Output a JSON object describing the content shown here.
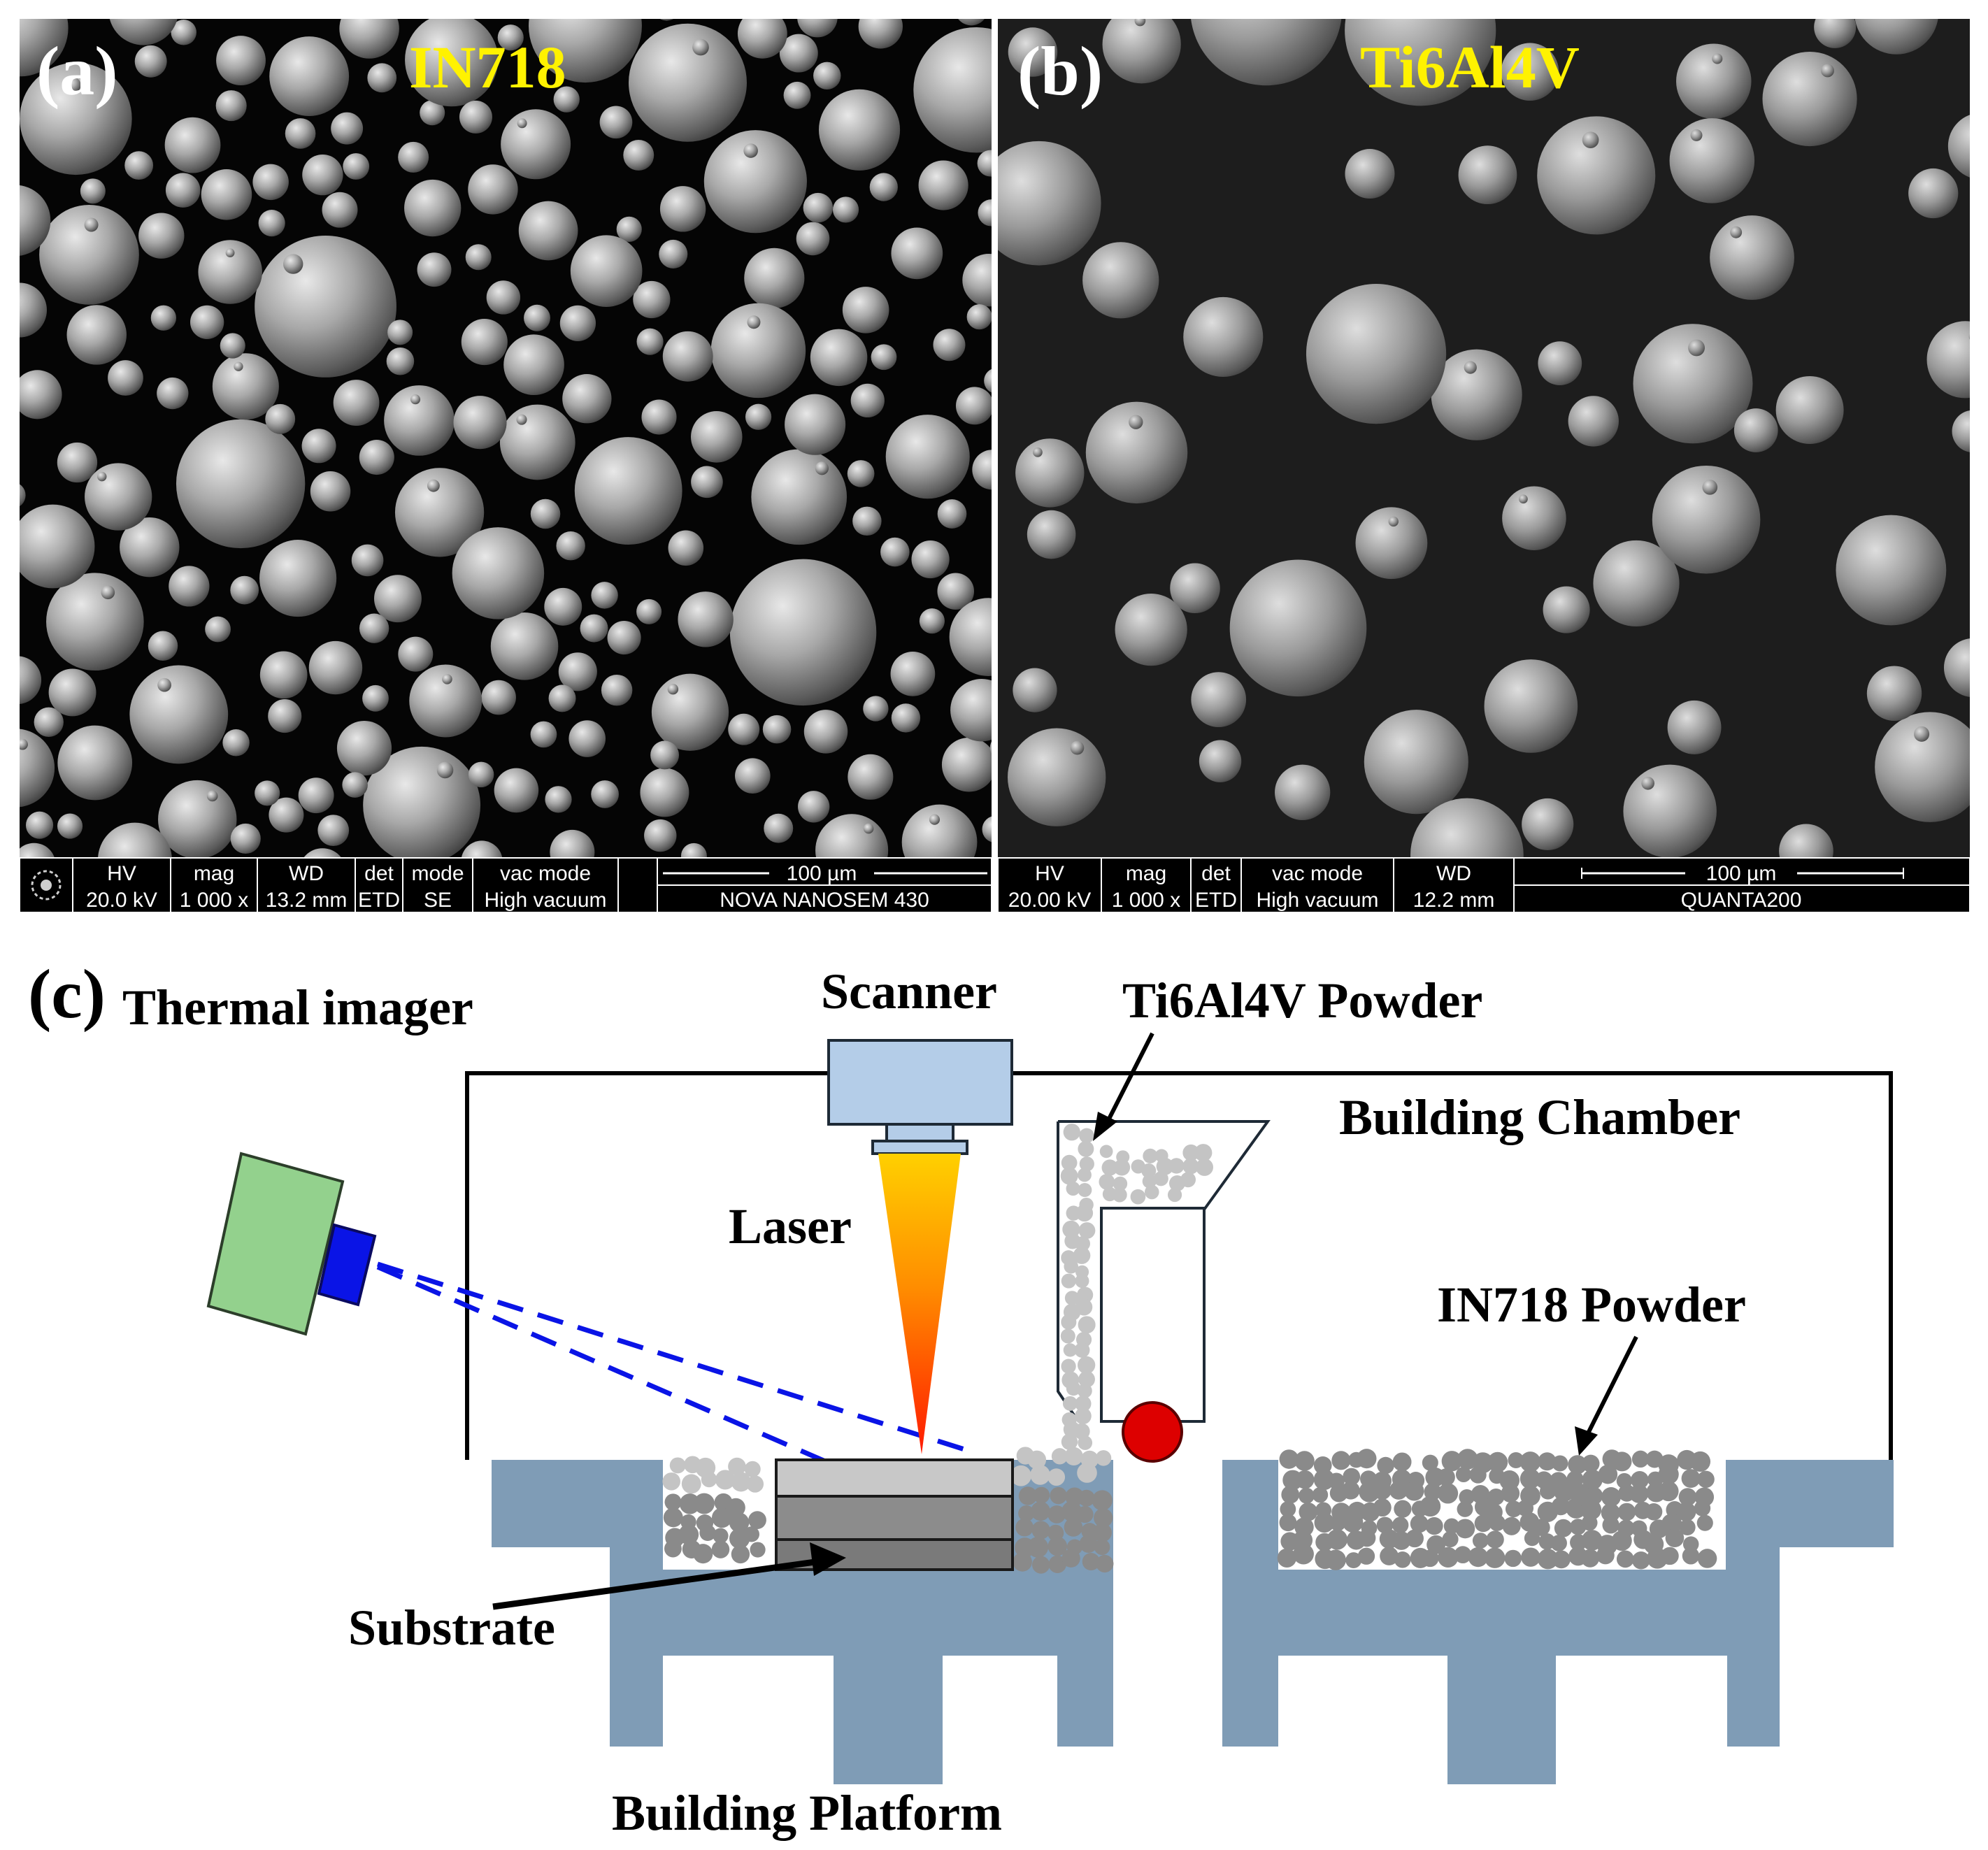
{
  "panel_a": {
    "label": "(a)",
    "material": "IN718",
    "databar": {
      "headers": [
        "HV",
        "mag",
        "WD",
        "det",
        "mode",
        "vac mode"
      ],
      "values": [
        "20.0 kV",
        "1 000 x",
        "13.2 mm",
        "ETD",
        "SE",
        "High vacuum"
      ],
      "scale_label": "100 µm",
      "instrument": "NOVA NANOSEM 430"
    }
  },
  "panel_b": {
    "label": "(b)",
    "material": "Ti6Al4V",
    "databar": {
      "headers": [
        "HV",
        "mag",
        "det",
        "vac mode",
        "WD"
      ],
      "values": [
        "20.00 kV",
        "1 000 x",
        "ETD",
        "High vacuum",
        "12.2 mm"
      ],
      "scale_label": "100 µm",
      "instrument": "QUANTA200"
    }
  },
  "panel_c": {
    "label": "(c)",
    "thermal_imager": "Thermal imager",
    "scanner": "Scanner",
    "ti_powder": "Ti6Al4V Powder",
    "building_chamber": "Building Chamber",
    "laser": "Laser",
    "in718_powder": "IN718 Powder",
    "substrate": "Substrate",
    "building_platform": "Building Platform"
  },
  "colors": {
    "label_yellow": "#fff200",
    "camera_green": "#93d18d",
    "lens_blue": "#0a14e6",
    "scanner_blue": "#b4cde8",
    "platform_blue": "#7f9cb6",
    "roller_red": "#dd0000",
    "powder_gray": "#8a8a8a",
    "powder_light": "#c4c4c4"
  }
}
